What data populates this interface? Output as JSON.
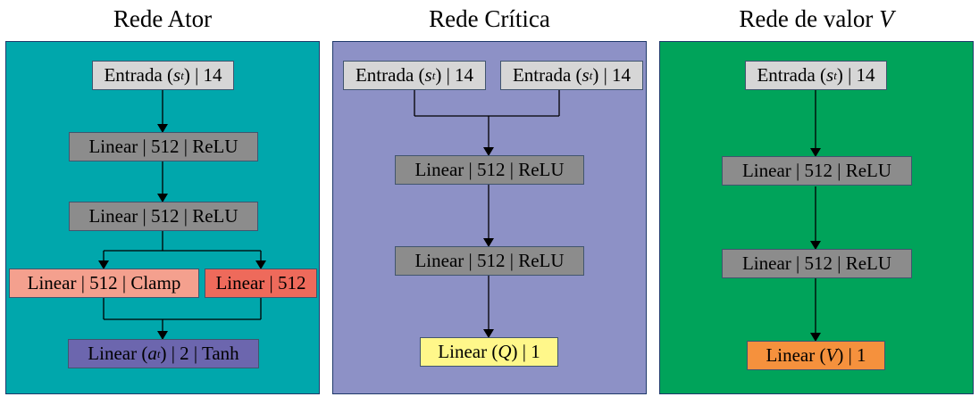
{
  "titles": {
    "actor": "Rede Ator",
    "critic": "Rede Crítica",
    "value_prefix": "Rede de valor",
    "value_var": "V"
  },
  "colors": {
    "actor_panel": "#00A7AC",
    "critic_panel": "#8D91C6",
    "value_panel": "#00A35A",
    "input_box": "#D6D6D6",
    "hidden_box": "#8C8C8C",
    "clamp_box": "#F4A08E",
    "linear512_box": "#EE6A5B",
    "tanh_box": "#6C66AE",
    "q_box": "#FFF78A",
    "v_box": "#F5913D"
  },
  "actor": {
    "input": {
      "pre": "Entrada (",
      "var": "s",
      "sub": "t",
      "post": ") | 14"
    },
    "hidden1": "Linear | 512 | ReLU",
    "hidden2": "Linear | 512 | ReLU",
    "clamp": "Linear | 512 | Clamp",
    "linear512": "Linear | 512",
    "output": {
      "pre": "Linear (",
      "var": "a",
      "sub": "t",
      "post": ") | 2 | Tanh"
    }
  },
  "critic": {
    "input1": {
      "pre": "Entrada (",
      "var": "s",
      "sub": "t",
      "post": ") | 14"
    },
    "input2": {
      "pre": "Entrada (",
      "var": "s",
      "sub": "t",
      "post": ") | 14"
    },
    "hidden1": "Linear | 512 | ReLU",
    "hidden2": "Linear | 512 | ReLU",
    "output": {
      "pre": "Linear (",
      "var": "Q",
      "post": ") | 1"
    }
  },
  "value": {
    "input": {
      "pre": "Entrada (",
      "var": "s",
      "sub": "t",
      "post": ") | 14"
    },
    "hidden1": "Linear | 512 | ReLU",
    "hidden2": "Linear | 512 | ReLU",
    "output": {
      "pre": "Linear (",
      "var": "V",
      "post": ") | 1"
    }
  }
}
